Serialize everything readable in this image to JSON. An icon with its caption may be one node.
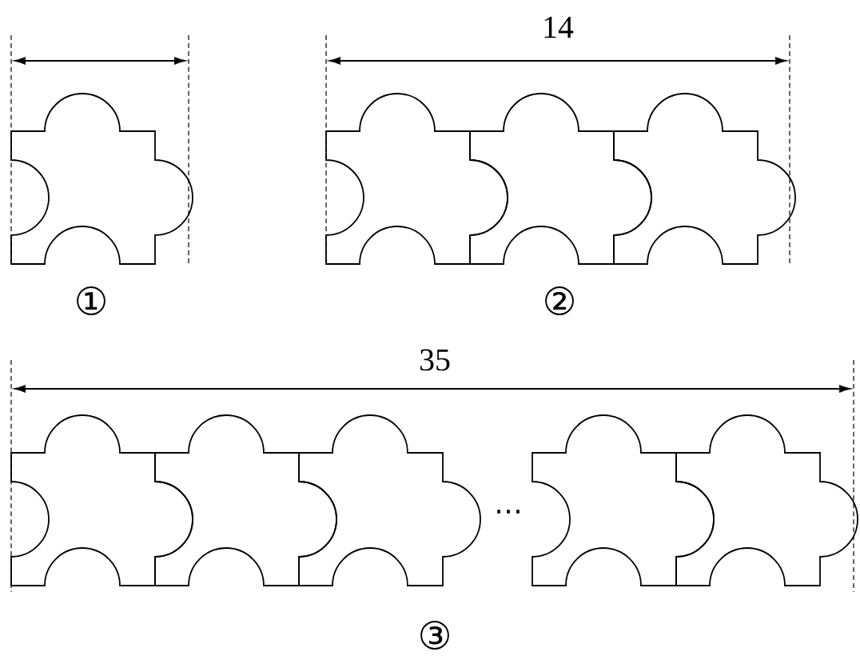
{
  "diagram": {
    "labels": [
      "14",
      "①",
      "②",
      "35",
      "⋯",
      "③"
    ]
  }
}
